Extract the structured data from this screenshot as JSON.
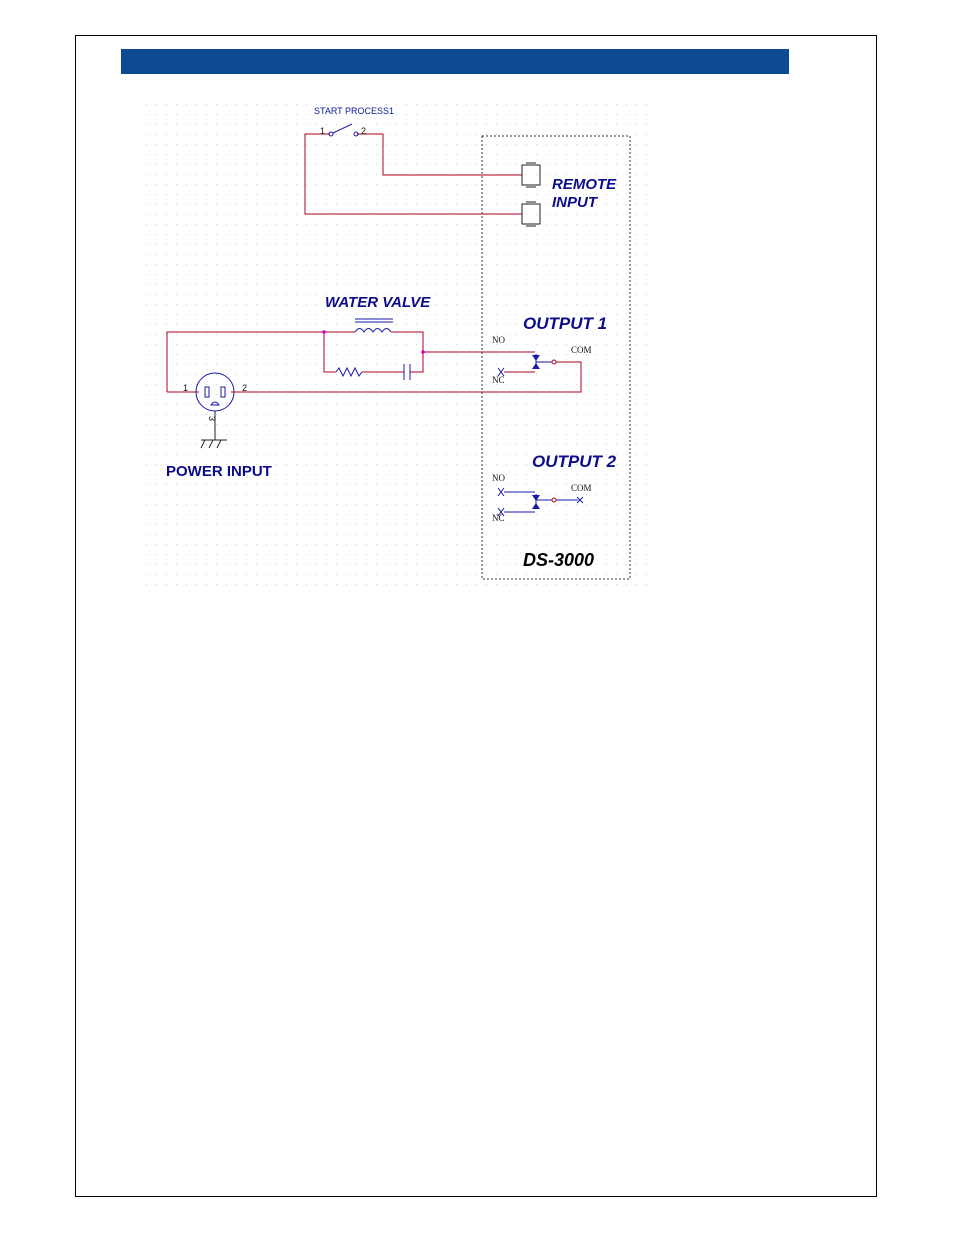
{
  "labels": {
    "switch": "START PROCESS1",
    "switch_pin1": "1",
    "switch_pin2": "2",
    "remote_line1": "REMOTE",
    "remote_line2": "INPUT",
    "water_valve": "WATER VALVE",
    "output1": "OUTPUT 1",
    "output2": "OUTPUT 2",
    "no": "NO",
    "nc": "NC",
    "com": "COM",
    "power_input": "POWER INPUT",
    "plug_pin1": "1",
    "plug_pin2": "2",
    "plug_pin3": "3",
    "model": "DS-3000"
  },
  "colors": {
    "header": "#0d4a94",
    "wire": "#b00020",
    "component": "#1a1aa8",
    "label": "#0b0b8c"
  }
}
